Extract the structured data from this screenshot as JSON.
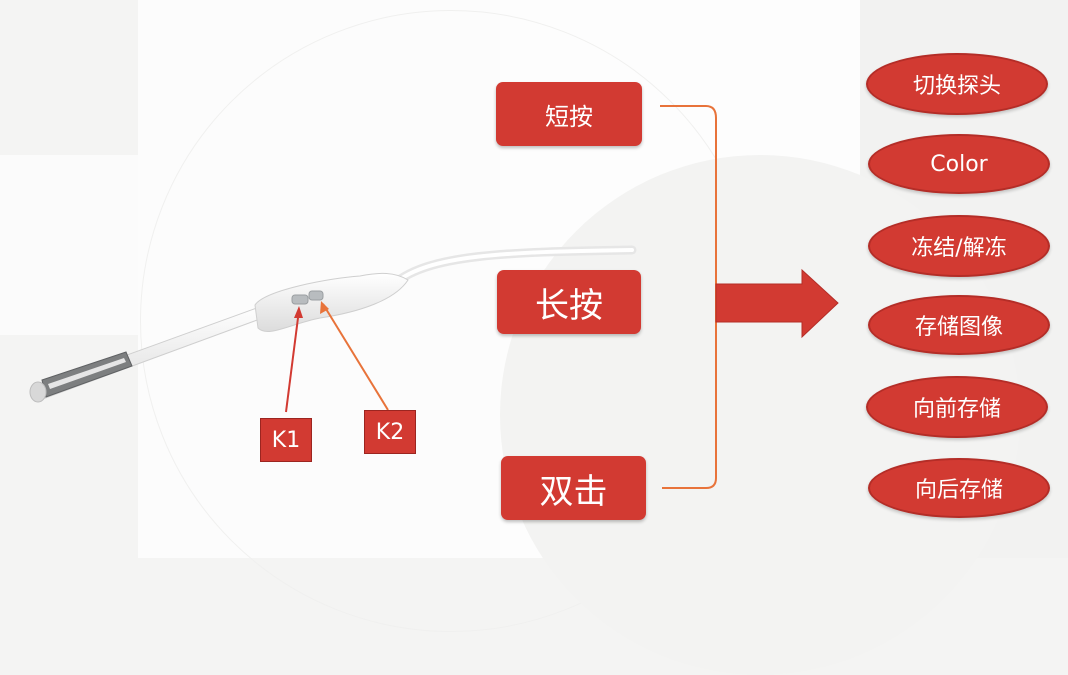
{
  "buttons": {
    "short_press": "短按",
    "long_press": "长按",
    "double_click": "双击"
  },
  "keys": {
    "k1": "K1",
    "k2": "K2"
  },
  "functions": [
    "切换探头",
    "Color",
    "冻结/解冻",
    "存储图像",
    "向前存储",
    "向后存储"
  ],
  "colors": {
    "accent": "#d23a32",
    "bracket": "#e8733a",
    "background": "#f4f4f3"
  }
}
